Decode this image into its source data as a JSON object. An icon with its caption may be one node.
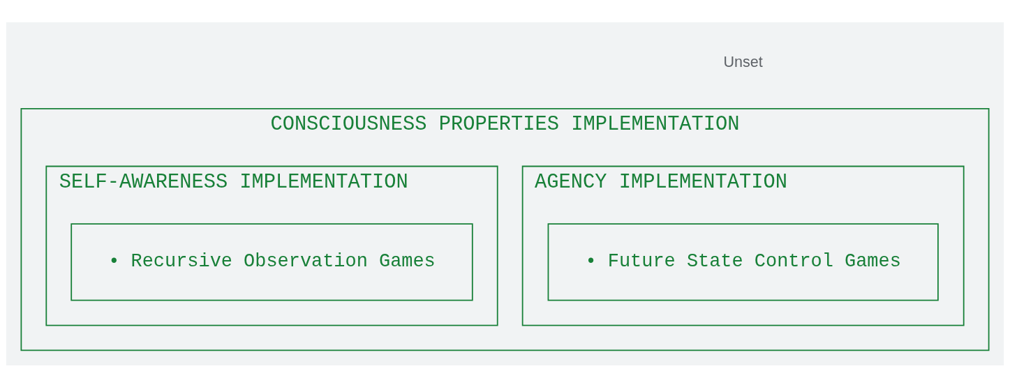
{
  "diagram": {
    "nodes": [
      {
        "text": [
          "CONSCIOUSNESS PROPERTIES IMPLEMENTATION"
        ]
      },
      {
        "text": [
          "AGENCY IMPLEMENTATION"
        ],
        "in": 0
      },
      {
        "text": [
          "• Future State Control Games"
        ],
        "in": 1
      },
      {
        "text": [
          "SELF-AWARENESS IMPLEMENTATION"
        ],
        "in": 0
      },
      {
        "text": [
          "• Recursive Observation Games"
        ],
        "in": 3
      }
    ],
    "labels": [
      "Unset"
    ]
  }
}
